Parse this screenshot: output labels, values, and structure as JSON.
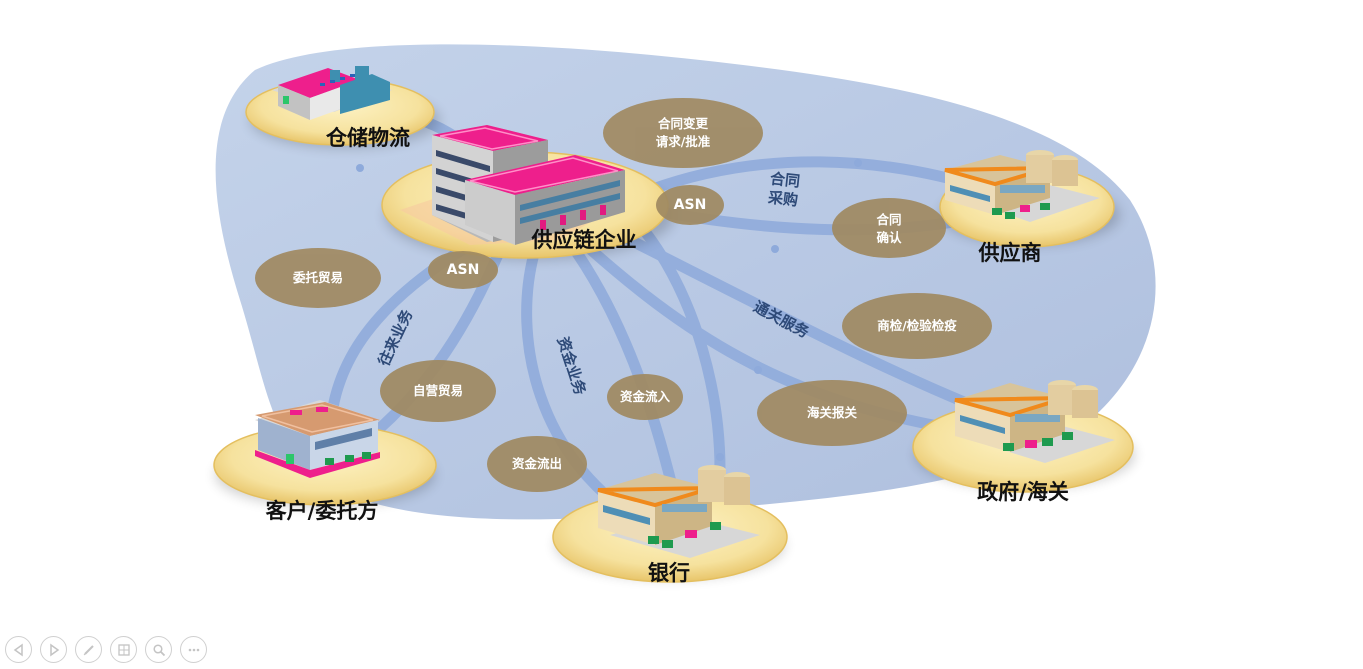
{
  "nodes": {
    "warehouse": "仓储物流",
    "enterprise": "供应链企业",
    "supplier": "供应商",
    "customer": "客户/委托方",
    "bank": "银行",
    "government": "政府/海关"
  },
  "bubbles": {
    "contract_change": [
      "合同变更",
      "请求/批准"
    ],
    "asn_top": "ASN",
    "asn_left": "ASN",
    "contract_confirm": [
      "合同",
      "确认"
    ],
    "consign_trade": "委托贸易",
    "self_trade": "自营贸易",
    "inspection": "商检/检验检疫",
    "fund_in": "资金流入",
    "customs_declare": "海关报关",
    "fund_out": "资金流出"
  },
  "flow_labels": {
    "procurement": [
      "合同",
      "采购"
    ],
    "customs_service": "通关服务",
    "business": "往来业务",
    "fund_business": "资金业务"
  },
  "controls": [
    {
      "name": "prev-slide",
      "icon": "arrow-left-icon"
    },
    {
      "name": "next-slide",
      "icon": "arrow-right-icon"
    },
    {
      "name": "pen",
      "icon": "pen-icon"
    },
    {
      "name": "slides",
      "icon": "grid-icon"
    },
    {
      "name": "zoom",
      "icon": "magnifier-icon"
    },
    {
      "name": "more",
      "icon": "ellipsis-icon"
    }
  ],
  "colors": {
    "background_blob": "#b7c8e3",
    "flow_line": "#8eaadb",
    "bubble": "#a08a62",
    "platform": "#f5df9a",
    "roof_accent": "#ee1f8c"
  }
}
